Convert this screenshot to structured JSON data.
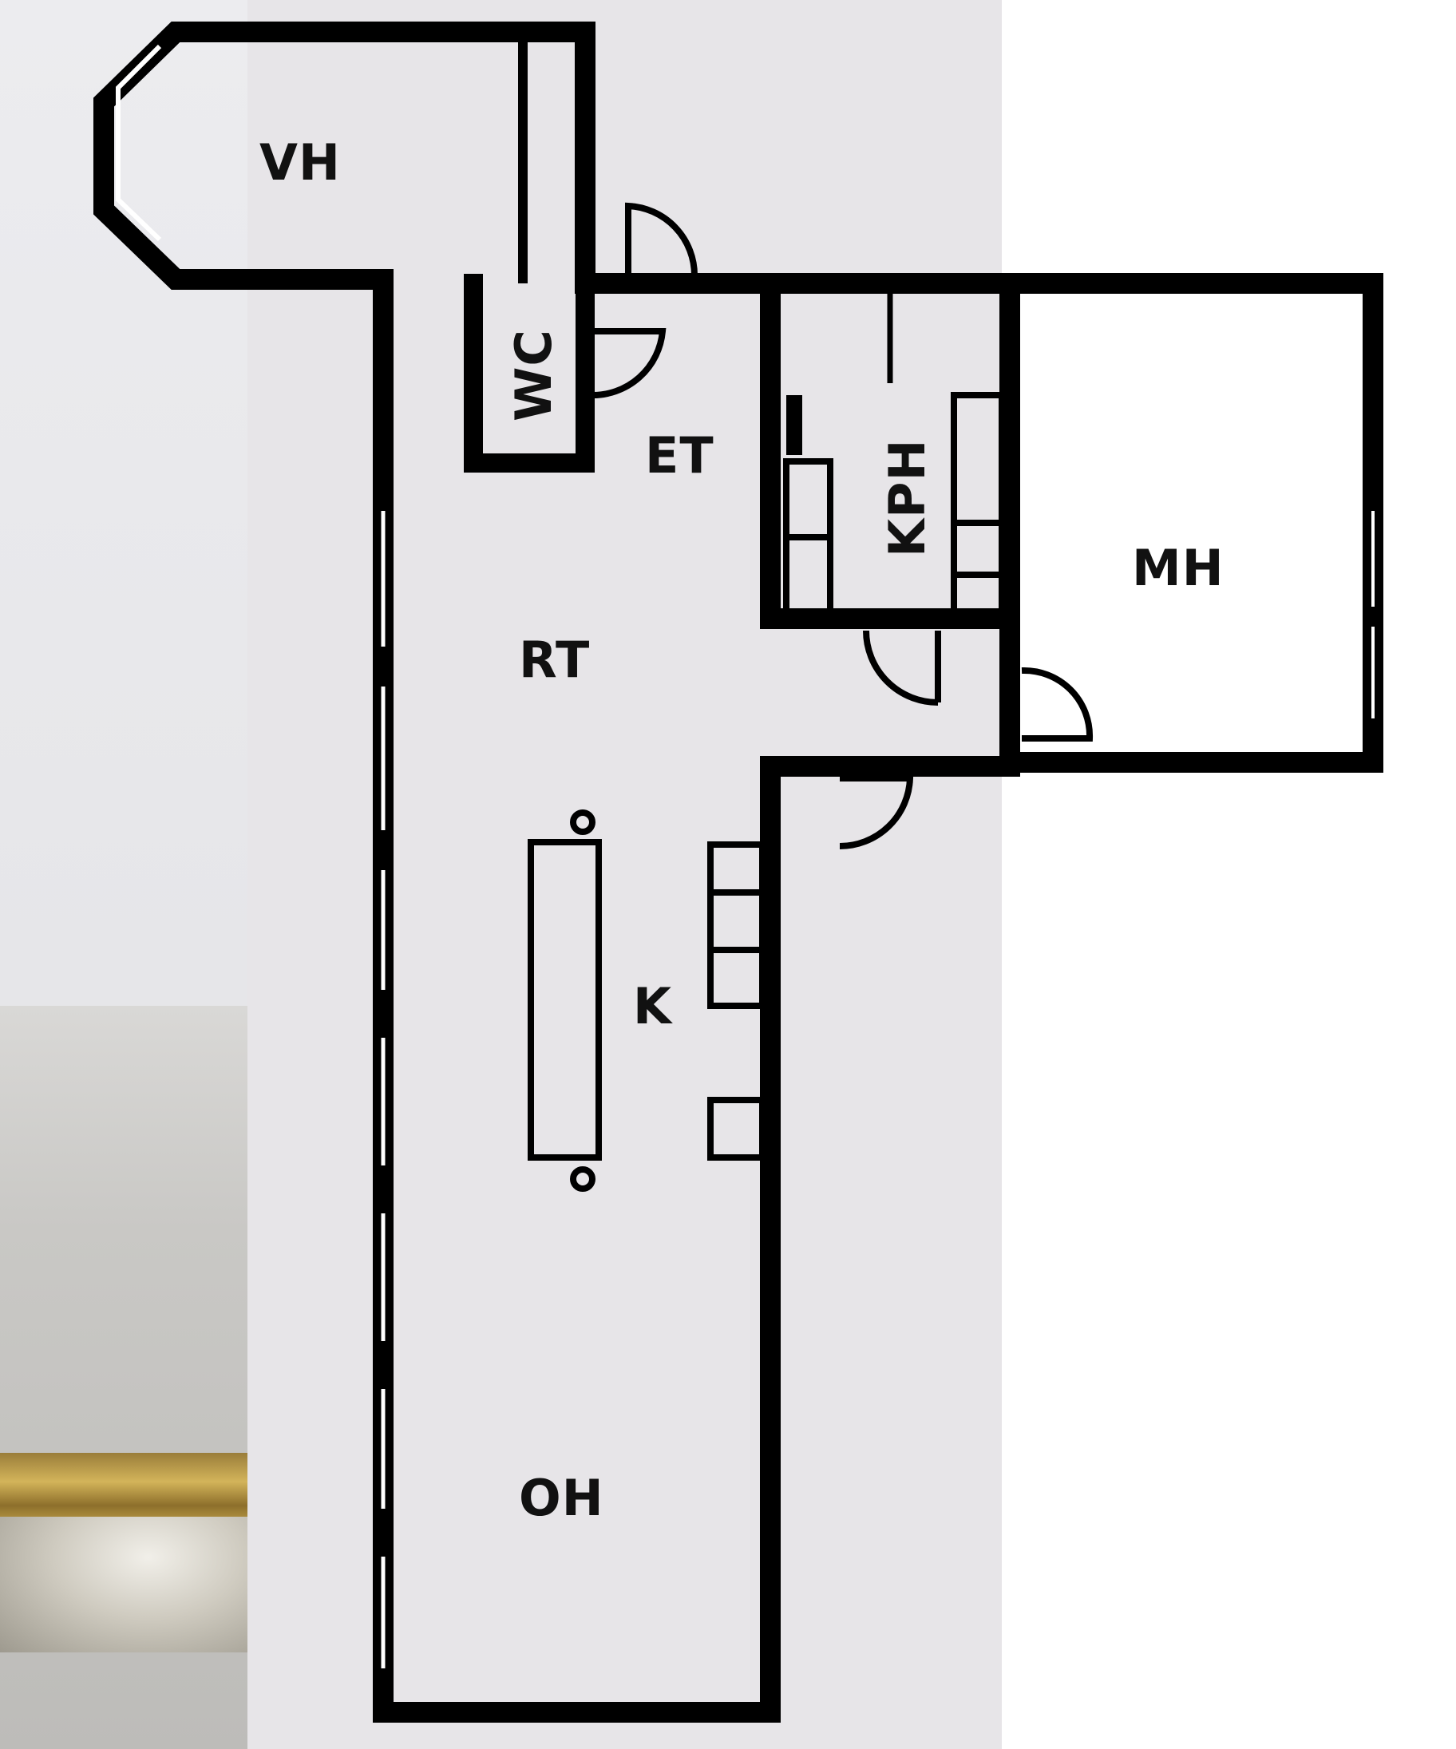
{
  "floorplan": {
    "rooms": {
      "vh": "VH",
      "wc": "WC",
      "et": "ET",
      "kph": "KPH",
      "mh": "MH",
      "rt": "RT",
      "k": "K",
      "oh": "OH"
    },
    "colors": {
      "wall": "#000000",
      "panel": "#e7e5e8",
      "background": "#ffffff"
    }
  }
}
